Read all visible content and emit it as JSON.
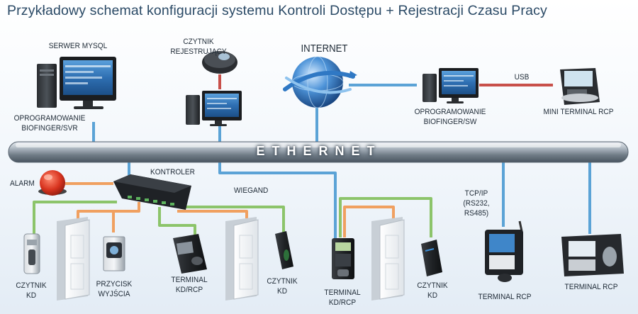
{
  "title": "Przykładowy schemat konfiguracji systemu Kontroli Dostępu + Rejestracji Czasu Pracy",
  "ethernet": "ETHERNET",
  "internet": "INTERNET",
  "usb": "USB",
  "wiegand": "WIEGAND",
  "kontroler": "KONTROLER",
  "alarm": "ALARM",
  "serwer": "SERWER MYSQL",
  "czytnik_rej": [
    "CZYTNIK",
    "REJESTRUJĄCY"
  ],
  "software_svr": [
    "OPROGRAMOWANIE",
    "BIOFINGER/SVR"
  ],
  "software_sw": [
    "OPROGRAMOWANIE",
    "BIOFINGER/SW"
  ],
  "mini_terminal": "MINI TERMINAL RCP",
  "tcpip": [
    "TCP/IP",
    "(RS232,",
    "RS485)"
  ],
  "czytnik_kd_1": [
    "CZYTNIK",
    "KD"
  ],
  "przycisk": [
    "PRZYCISK",
    "WYJŚCIA"
  ],
  "terminal_kd_rcp_1": [
    "TERMINAL",
    "KD/RCP"
  ],
  "czytnik_kd_2": [
    "CZYTNIK",
    "KD"
  ],
  "terminal_kd_rcp_2": [
    "TERMINAL",
    "KD/RCP"
  ],
  "czytnik_kd_3": [
    "CZYTNIK",
    "KD"
  ],
  "terminal_rcp_1": "TERMINAL RCP",
  "terminal_rcp_2": "TERMINAL RCP",
  "colors": {
    "blue_line": "#5ba3d6",
    "orange_line": "#f0a060",
    "green_line": "#8cc46a",
    "red_line": "#c8504a"
  }
}
